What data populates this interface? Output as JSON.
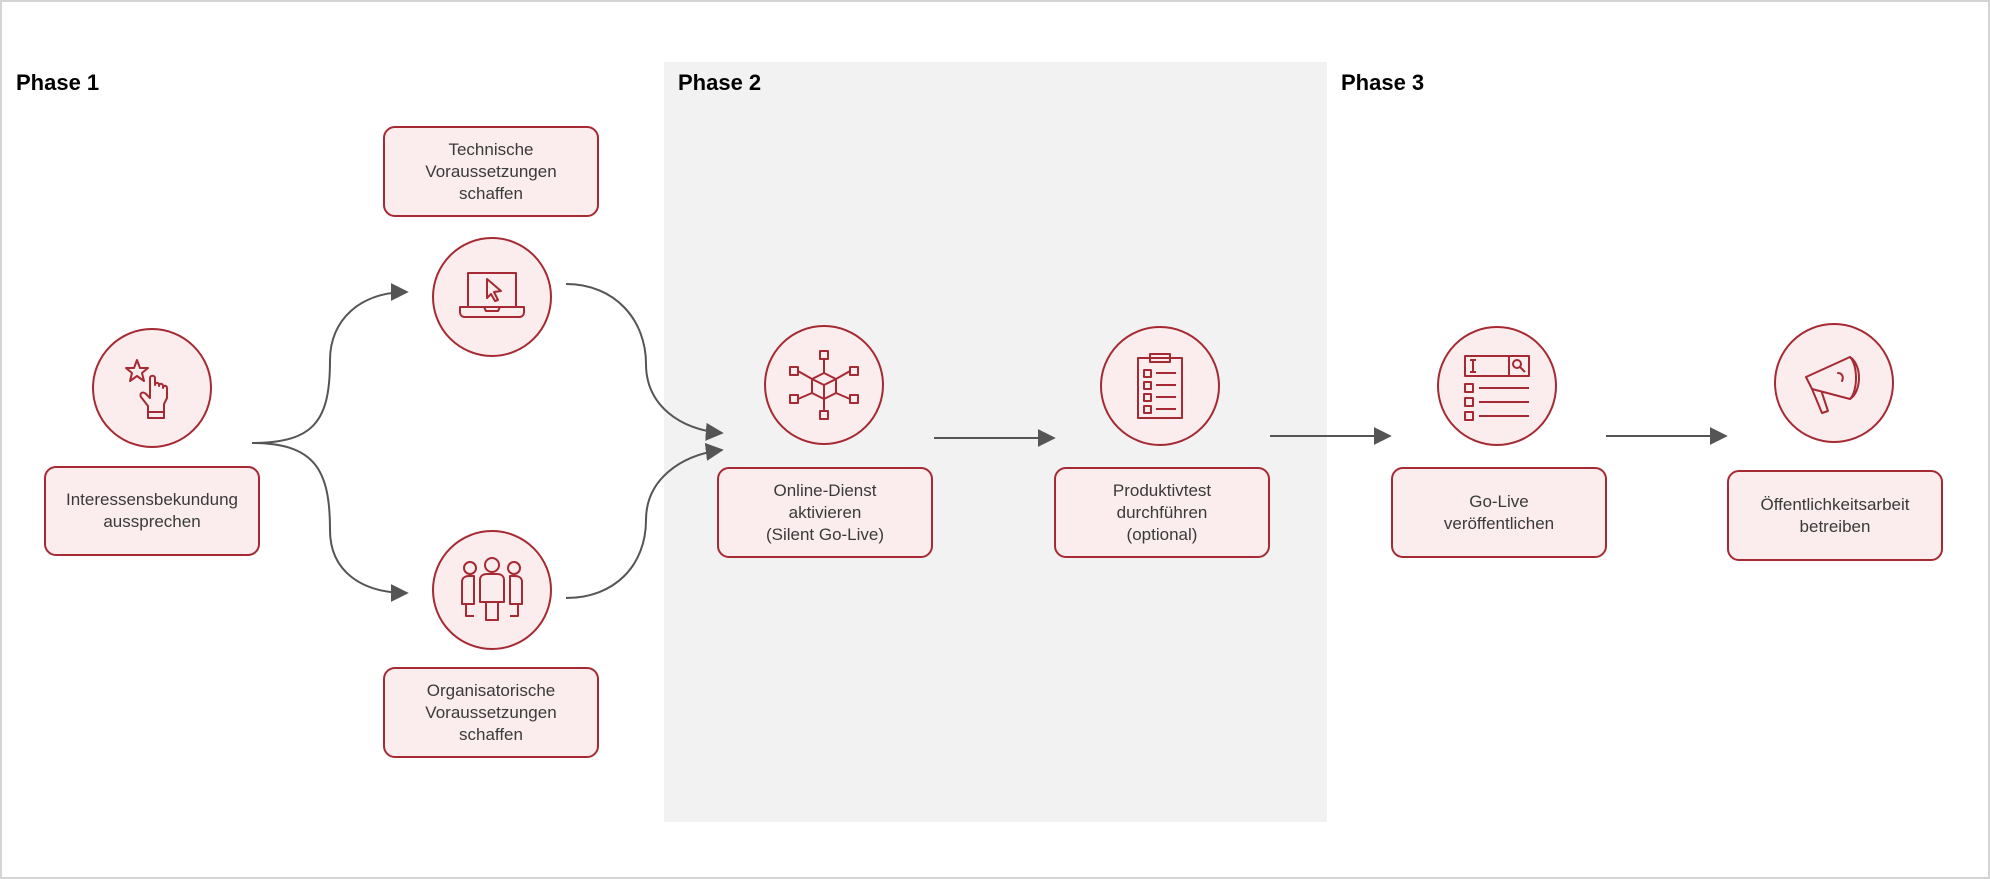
{
  "phases": {
    "p1": "Phase 1",
    "p2": "Phase 2",
    "p3": "Phase 3"
  },
  "steps": {
    "interest": "Interessensbekundung\nausspreche­n",
    "technical": "Technische\nVoraussetzungen\nschaffen",
    "organisational": "Organisatorische\nVoraussetzungen\nschaffen",
    "activate": "Online-Dienst\naktivieren\n(Silent Go-Live)",
    "test": "Produktivtest\ndurchführen\n(optional)",
    "golive": "Go-Live\nveröffentlichen",
    "pr": "Öffentlichkeitsarbeit\nbetreiben"
  },
  "icons": {
    "interest": "star-click-icon",
    "technical": "laptop-cursor-icon",
    "organisational": "people-group-icon",
    "activate": "network-cube-icon",
    "test": "checklist-icon",
    "golive": "search-form-icon",
    "pr": "megaphone-icon"
  },
  "colors": {
    "accent": "#a52a33",
    "fill": "#fbeced",
    "arrow": "#555555",
    "phase2_background": "#f2f2f2"
  }
}
